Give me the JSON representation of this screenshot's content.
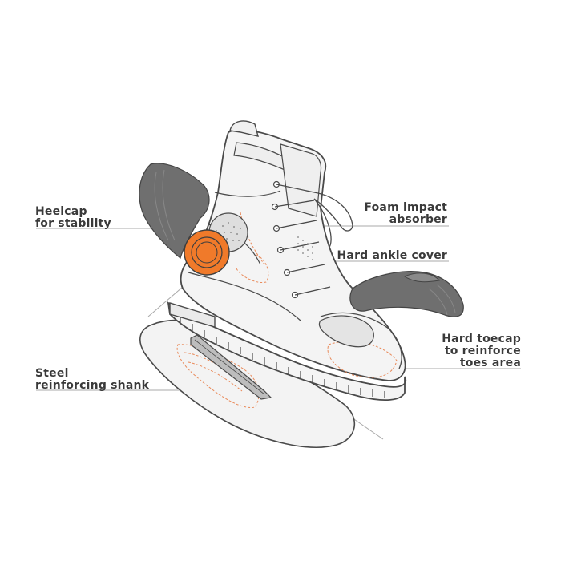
{
  "labels": {
    "heelcap": {
      "line1": "Heelcap",
      "line2": "for stability"
    },
    "foam": {
      "line1": "Foam impact",
      "line2": "absorber"
    },
    "ankle": {
      "line1": "Hard ankle cover"
    },
    "toecap": {
      "line1": "Hard toecap",
      "line2": "to reinforce",
      "line3": "toes area"
    },
    "shank": {
      "line1": "Steel",
      "line2": "reinforcing shank"
    }
  },
  "colors": {
    "line": "#4a4a4a",
    "leader": "#9a9a9a",
    "outline_fill": "#f4f4f4",
    "part_dark": "#6f6f6f",
    "part_mid": "#8a8a8a",
    "accent_orange": "#f07a2a",
    "stitch": "#e98a5a",
    "text": "#3a3a3a"
  }
}
